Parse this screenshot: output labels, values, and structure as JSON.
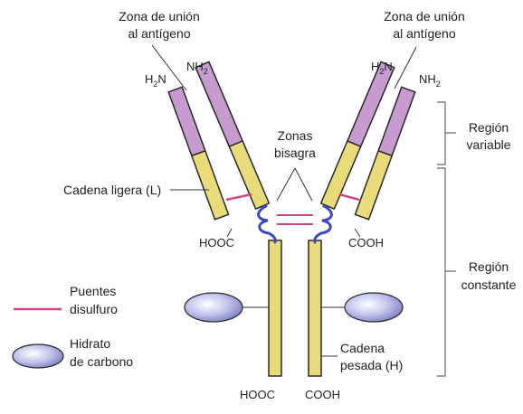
{
  "labels": {
    "binding_site_left_1": "Zona de unión",
    "binding_site_left_2": "al antígeno",
    "binding_site_right_1": "Zona de unión",
    "binding_site_right_2": "al antígeno",
    "h2n_left": "H",
    "h2n_left_sub": "2",
    "h2n_left_n": "N",
    "nh2_left": "NH",
    "nh2_left_sub": "2",
    "h2n_right": "H",
    "h2n_right_sub": "2",
    "h2n_right_n": "N",
    "nh2_right": "NH",
    "nh2_right_sub": "2",
    "hinge_1": "Zonas",
    "hinge_2": "bisagra",
    "light_chain": "Cadena ligera (L)",
    "hooc_left": "HOOC",
    "cooh_right": "COOH",
    "variable_region_1": "Región",
    "variable_region_2": "variable",
    "constant_region_1": "Región",
    "constant_region_2": "constante",
    "heavy_chain_1": "Cadena",
    "heavy_chain_2": "pesada (H)",
    "hooc_bottom": "HOOC",
    "cooh_bottom": "COOH"
  },
  "legend": {
    "disulfide_1": "Puentes",
    "disulfide_2": "disulfuro",
    "carbohydrate_1": "Hidrato",
    "carbohydrate_2": "de carbono"
  },
  "colors": {
    "variable_region": "#c79ad0",
    "constant_region": "#eadb7a",
    "outline": "#2a2a2a",
    "disulfide_bridge": "#d2447f",
    "hinge": "#3d49c4",
    "carbohydrate": "#b8b9e6",
    "bracket": "#666666"
  }
}
